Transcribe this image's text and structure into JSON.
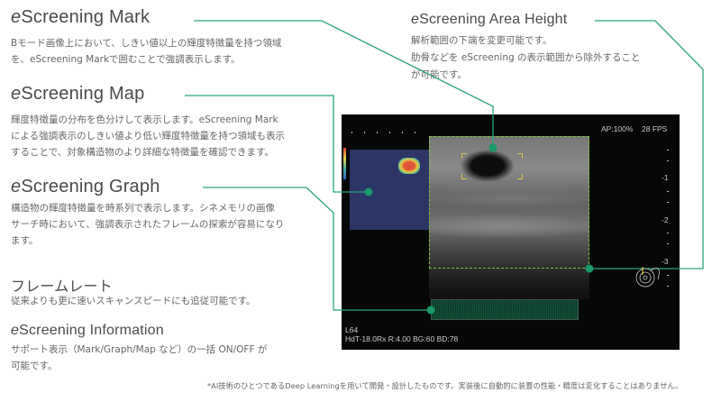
{
  "sections": {
    "mark": {
      "prefix": "e",
      "title": "Screening Mark",
      "body": [
        "Bモード画像上において、しきい値以上の輝度特徴量を持つ領域",
        "を、eScreening Markで囲むことで強調表示します。"
      ]
    },
    "map": {
      "prefix": "e",
      "title": "Screening Map",
      "body": [
        "輝度特徴量の分布を色分けして表示します。eScreening Mark",
        "による強調表示のしきい値より低い輝度特徴量を持つ領域も表示",
        "することで、対象構造物のより詳細な特徴量を確認できます。"
      ]
    },
    "graph": {
      "prefix": "e",
      "title": "Screening Graph",
      "body": [
        "構造物の輝度特徴量を時系列で表示します。シネメモリの画像",
        "サーチ時において、強調表示されたフレームの探索が容易になり",
        "ます。"
      ]
    },
    "framerate": {
      "title": "フレームレート",
      "body": [
        "従来よりも更に速いスキャンスピードにも追従可能です。"
      ]
    },
    "information": {
      "prefix": "e",
      "title": "Screening Information",
      "body": [
        "サポート表示（Mark/Graph/Map など）の一括 ON/OFF が",
        "可能です。"
      ]
    },
    "area_height": {
      "prefix": "e",
      "title": "Screening Area Height",
      "body": [
        "解析範囲の下端を変更可能です。",
        "肋骨などを eScreening の表示範囲から除外すること",
        "が可能です。"
      ]
    }
  },
  "ultrasound": {
    "ap": "AP:100%",
    "fps": "28 FPS",
    "probe": "L64",
    "params": "HdT-18.0Rx  R:4.00  BG:60  BD:78",
    "scale": [
      "-1",
      "-2",
      "-3"
    ]
  },
  "footnote": "*AI技術のひとつであるDeep Learningを用いて開発・設計したものです。実装後に自動的に装置の性能・精度は変化することはありません。",
  "colors": {
    "leader_line": "#2aa57a",
    "area_box": "#7fc040",
    "map_bg": "#2c3566"
  }
}
